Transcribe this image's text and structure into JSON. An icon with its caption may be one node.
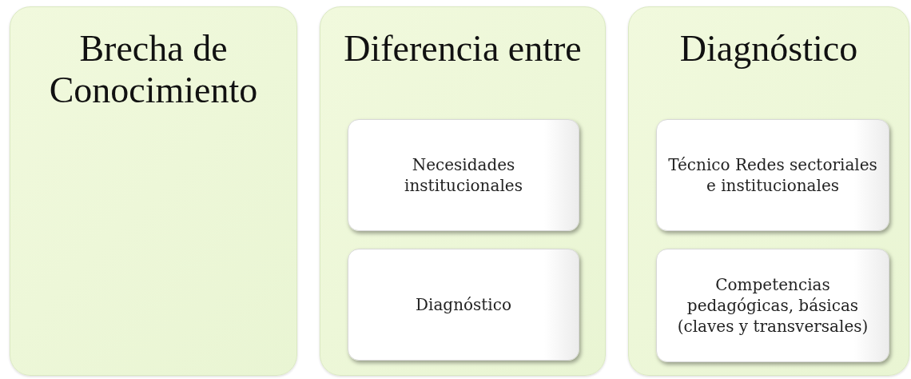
{
  "diagram": {
    "nodes": [
      {
        "text": [
          "Brecha de Conocimiento"
        ]
      },
      {
        "text": [
          "Diferencia entre"
        ]
      },
      {
        "text": [
          "Necesidades institucionales"
        ],
        "in": 1
      },
      {
        "text": [
          "Diagnóstico"
        ],
        "in": 1
      },
      {
        "text": [
          "Diagnóstico"
        ]
      },
      {
        "text": [
          "Técnico Redes sectoriales e institucionales"
        ],
        "in": 4
      },
      {
        "text": [
          "Competencias pedagógicas, básicas (claves y transversales)"
        ],
        "in": 4
      }
    ]
  }
}
